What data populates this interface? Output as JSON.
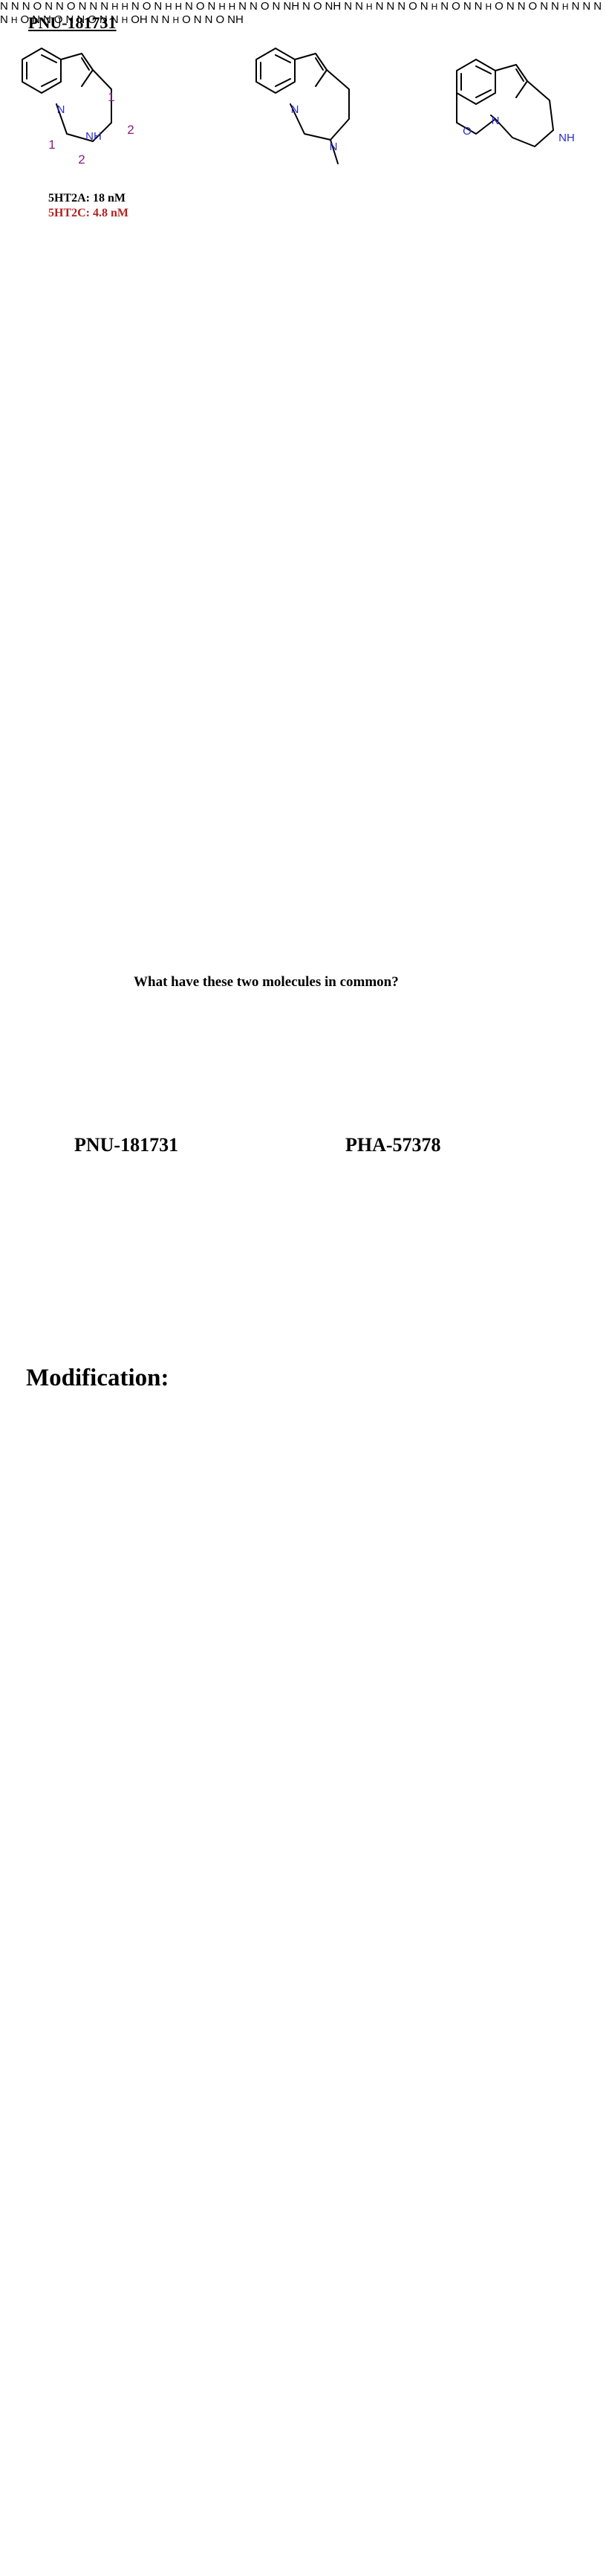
{
  "header": {
    "title": "PNU-181731",
    "affinity_5ht2a": "5HT2A: 18 nM",
    "affinity_5ht2c": "5HT2C: 4.8 nM"
  },
  "question": {
    "text": "What have these two molecules in common?",
    "left_label": "PNU-181731",
    "right_label": "PHA-57378"
  },
  "section": {
    "modification": "Modification:"
  },
  "atom_labels": {
    "N": "N",
    "NH": "NH",
    "H": "H",
    "O": "O",
    "OH": "OH"
  },
  "ring_locants": {
    "one": "1",
    "two": "2"
  },
  "colors": {
    "heteroatom": "#2a2acc",
    "locant": "#8b1a8b",
    "highlight": "#c0392b",
    "bond": "#000000"
  }
}
